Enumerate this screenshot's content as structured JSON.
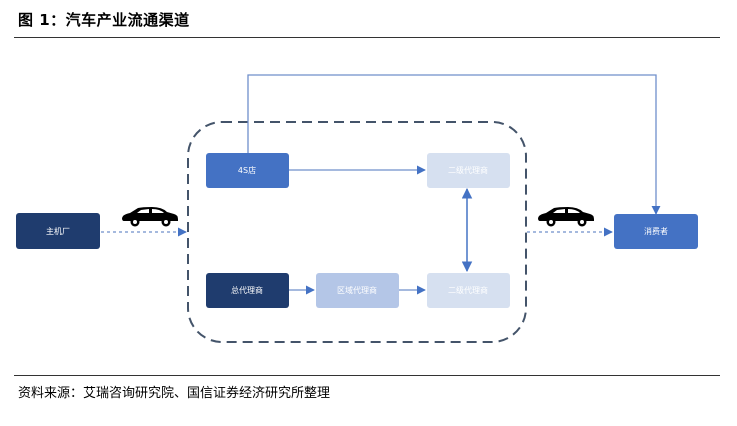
{
  "title": "图 1：汽车产业流通渠道",
  "source": "资料来源：艾瑞咨询研究院、国信证券经济研究所整理",
  "nodes": {
    "manufacturer": "主机厂",
    "store_4s": "4S店",
    "secondary_dealer_top": "二级代理商",
    "general_agent": "总代理商",
    "regional_dealer": "区域代理商",
    "secondary_dealer_bottom": "二级代理商",
    "consumer": "消费者"
  },
  "colors": {
    "dark_navy": "#1F3C6E",
    "medium_blue": "#4472C4",
    "light_blue": "#B4C6E7",
    "pale_blue": "#D6E0F0",
    "border_dash": "#44546A"
  }
}
